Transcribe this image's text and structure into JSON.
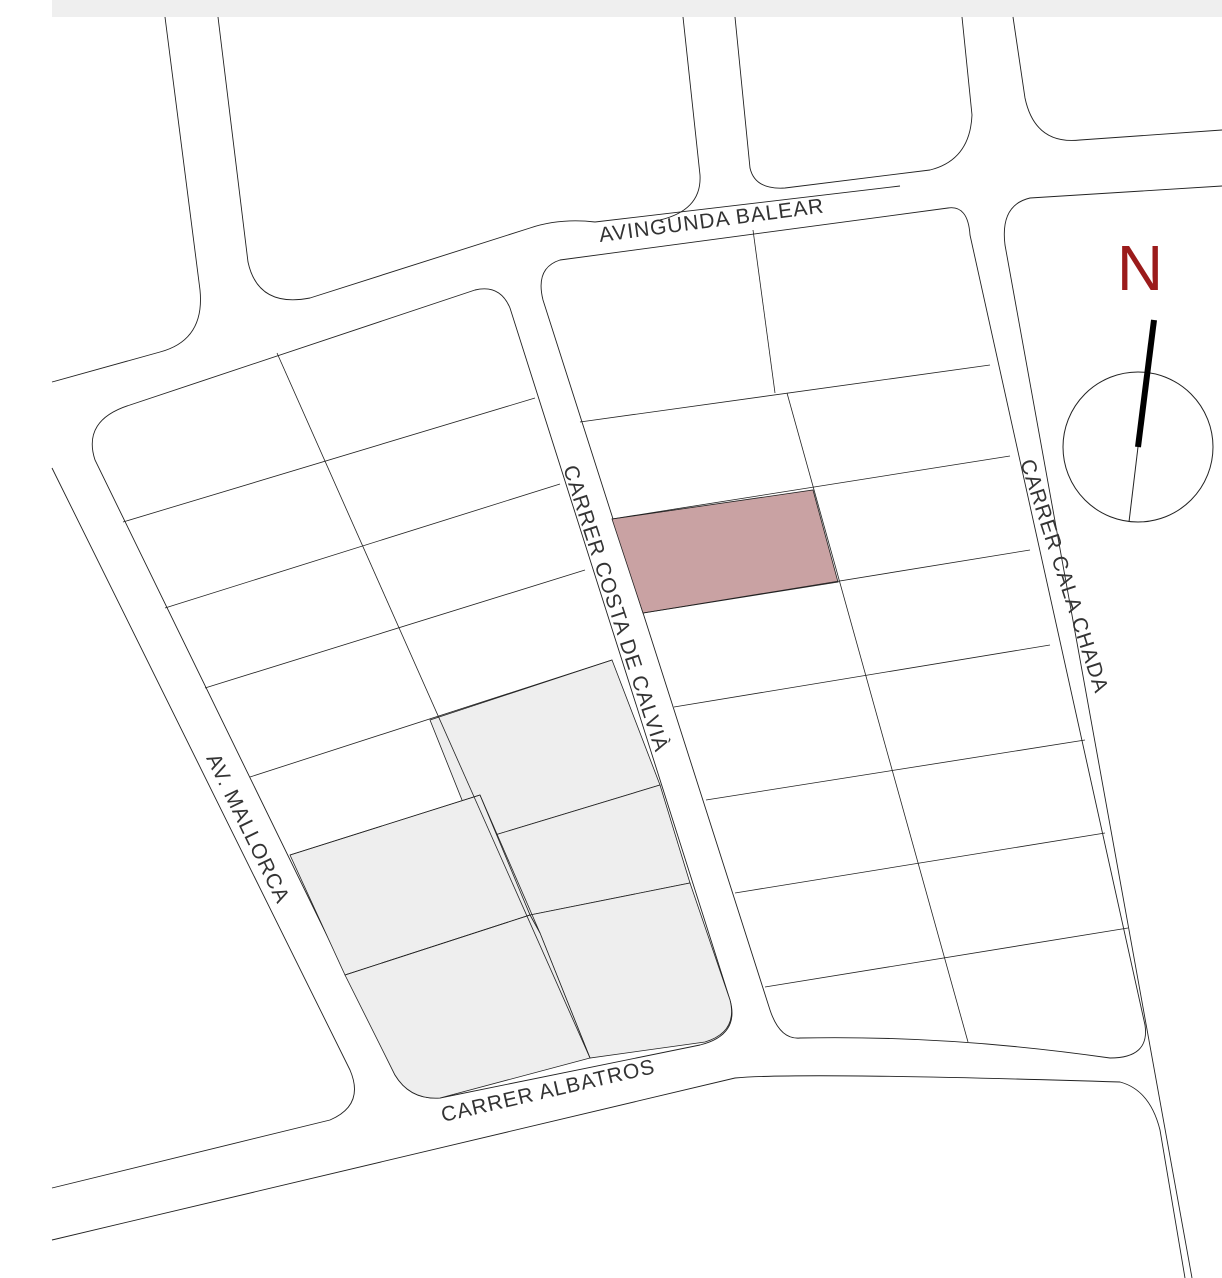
{
  "streets": {
    "avinguda_balear": "AVINGUNDA BALEAR",
    "carrer_costa_de_calvia": "CARRER COSTA DE CALVIÀ",
    "carrer_cala_chada": "CARRER CALA CHADA",
    "av_mallorca": "AV. MALLORCA",
    "carrer_albatros": "CARRER ALBATROS"
  },
  "compass": {
    "letter": "N",
    "letter_color": "#9b1b1b",
    "needle_color": "#000000"
  },
  "colors": {
    "highlight_plot": "#c9a2a3",
    "shaded_plots": "#eeeeee",
    "top_band": "#efefef"
  },
  "legend": {
    "highlighted_plot_count": 1,
    "shaded_plot_count": 6
  }
}
